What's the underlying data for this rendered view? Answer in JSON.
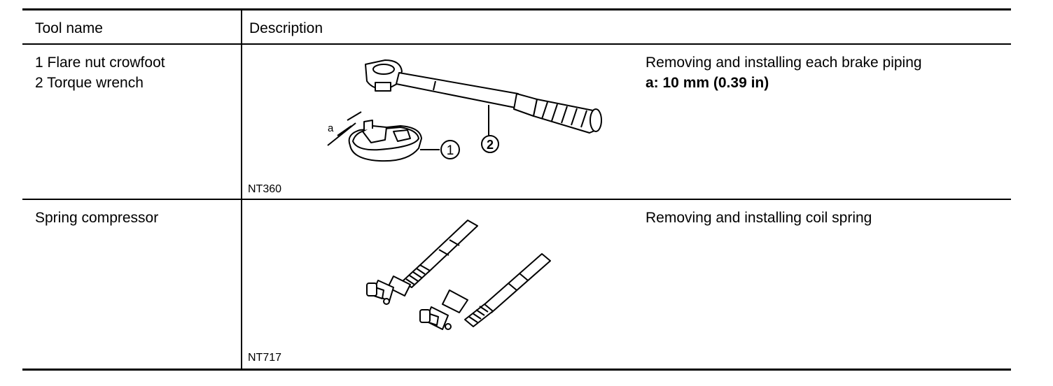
{
  "table": {
    "header": {
      "tool_name": "Tool name",
      "description": "Description"
    },
    "rows": [
      {
        "tool_lines": [
          "1 Flare nut crowfoot",
          "2 Torque wrench"
        ],
        "figure_code": "NT360",
        "figure_labels": {
          "dimension": "a",
          "callout_1": "1",
          "callout_2": "2"
        },
        "description": "Removing and installing each brake piping",
        "spec": "a: 10 mm (0.39 in)"
      },
      {
        "tool_lines": [
          "Spring compressor"
        ],
        "figure_code": "NT717",
        "description": "Removing and installing coil spring"
      }
    ]
  }
}
